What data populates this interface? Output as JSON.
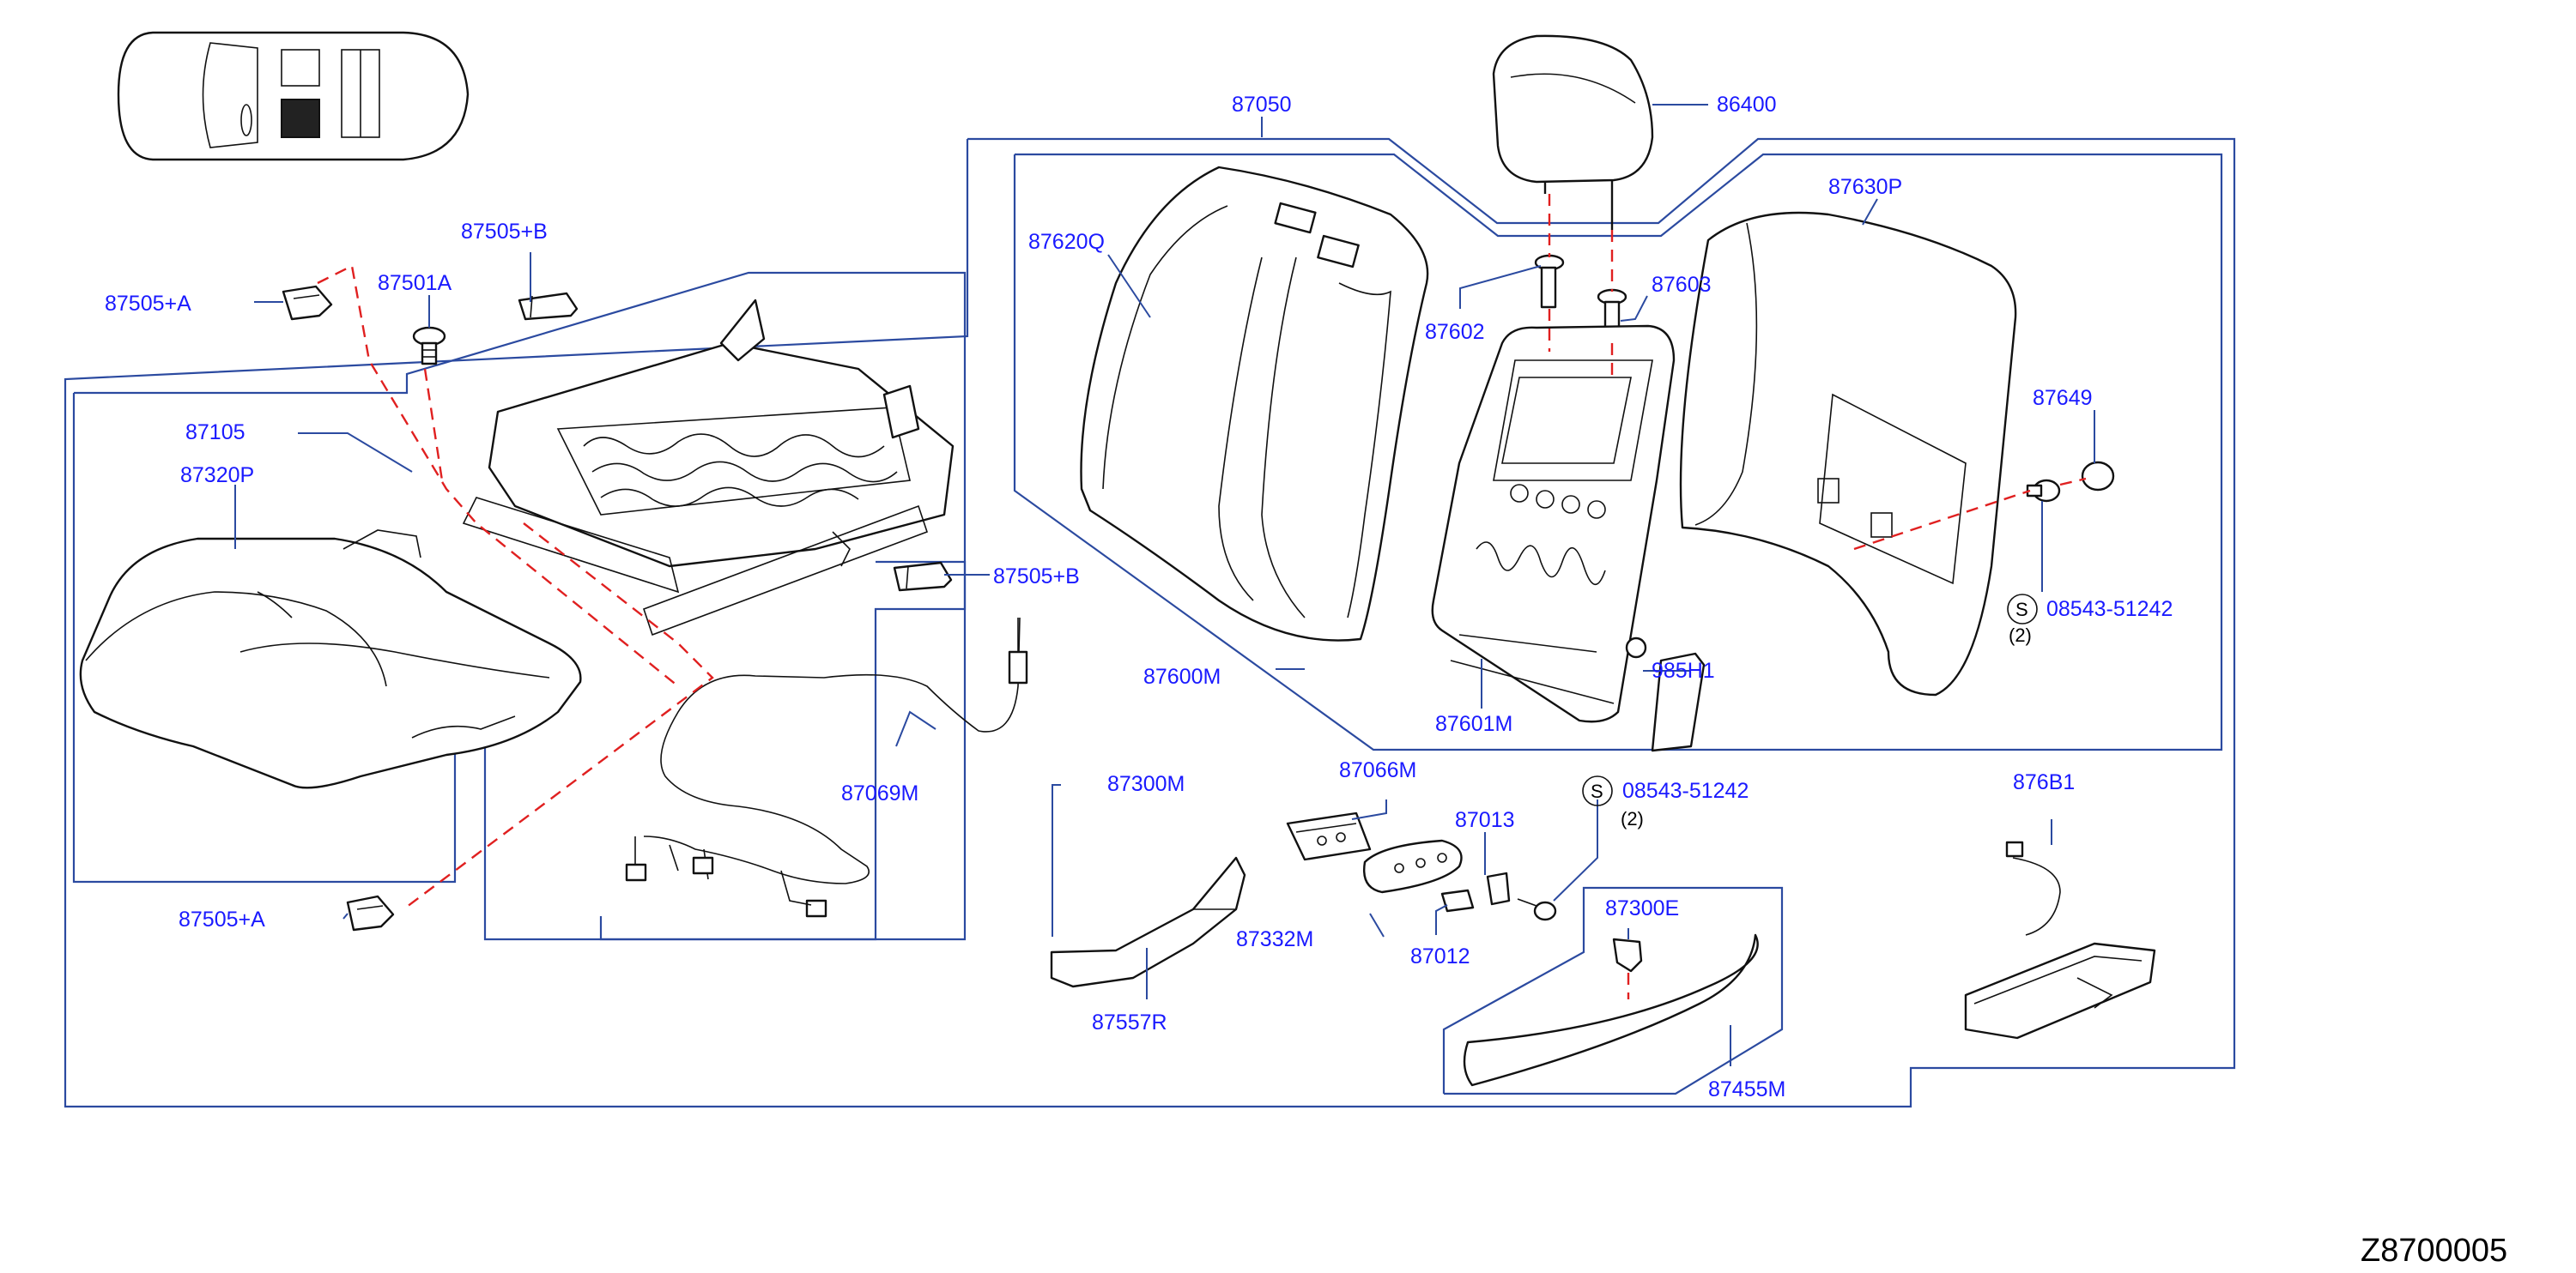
{
  "diagram_code": "Z8700005",
  "labels": {
    "l87050": "87050",
    "l86400": "86400",
    "l87630P": "87630P",
    "l87620Q": "87620Q",
    "l87602": "87602",
    "l87603": "87603",
    "l87649": "87649",
    "l87505B_top": "87505+B",
    "l87505A_top": "87505+A",
    "l87501A": "87501A",
    "l87105": "87105",
    "l87320P": "87320P",
    "l87505B_mid": "87505+B",
    "l87600M": "87600M",
    "l87601M": "87601M",
    "l985H1": "985H1",
    "l08543_a": "08543-51242",
    "l08543_a_qty": "(2)",
    "l87069M": "87069M",
    "l87300M": "87300M",
    "l87066M": "87066M",
    "l87013": "87013",
    "l08543_b": "08543-51242",
    "l08543_b_qty": "(2)",
    "l876B1": "876B1",
    "l87505A_bot": "87505+A",
    "l87332M": "87332M",
    "l87012": "87012",
    "l87300E": "87300E",
    "l87557R": "87557R",
    "l87455M": "87455M",
    "s_a": "S",
    "s_b": "S"
  },
  "colors": {
    "label": "#1a1aff",
    "leader": "#2b4aa0",
    "dashed_link": "#e02020",
    "outline": "#111111"
  }
}
